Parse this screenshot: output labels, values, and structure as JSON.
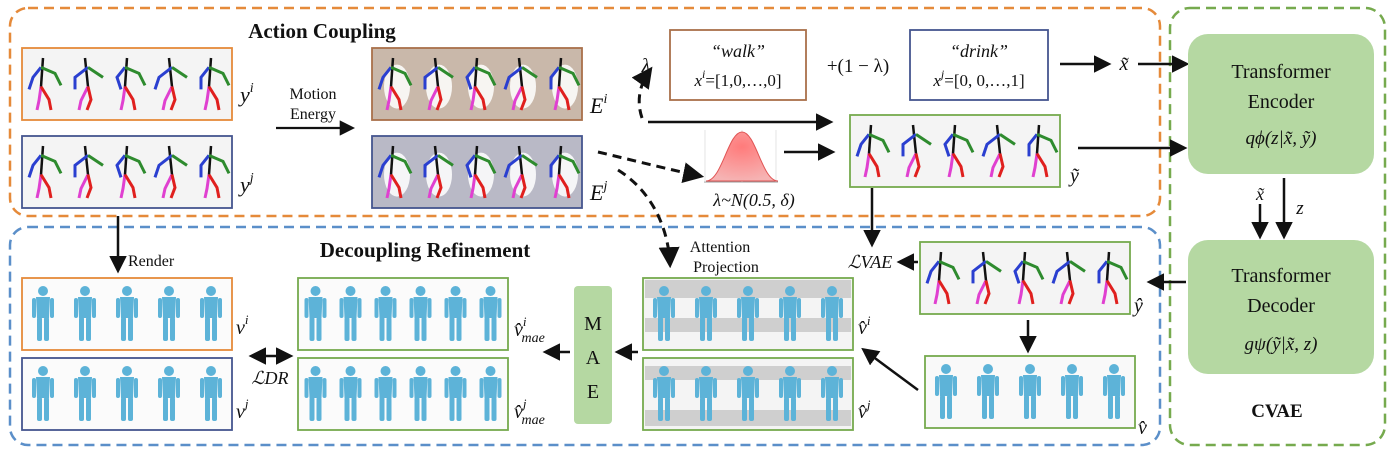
{
  "sections": {
    "action_coupling": "Action Coupling",
    "decoupling_refinement": "Decoupling Refinement",
    "cvae": "CVAE"
  },
  "labels": {
    "yi": "y",
    "yi_sup": "i",
    "yj": "y",
    "yj_sup": "j",
    "motion_energy_1": "Motion",
    "motion_energy_2": "Energy",
    "ei": "E",
    "ei_sup": "i",
    "ej": "E",
    "ej_sup": "j",
    "lambda": "λ",
    "walk_title": "“walk”",
    "walk_vec": "x",
    "walk_vec_sup": "i",
    "walk_vec_val": "=[1,0,…,0]",
    "mix": "+(1 − λ)",
    "drink_title": "“drink”",
    "drink_vec": "x",
    "drink_vec_sup": "j",
    "drink_vec_val": "=[0, 0,…,1]",
    "x_tilde": "x̃",
    "y_tilde": "ỹ",
    "lambda_dist": "λ~N(0.5, δ)",
    "enc_1": "Transformer",
    "enc_2": "Encoder",
    "enc_3": "qϕ(z|x̃, ỹ)",
    "dec_1": "Transformer",
    "dec_2": "Decoder",
    "dec_3": "gψ(ỹ|x̃, z)",
    "z": "z",
    "x_tilde_2": "x̃",
    "l_vae": "ℒVAE",
    "y_hat": "ŷ",
    "render": "Render",
    "attn_1": "Attention",
    "attn_2": "Projection",
    "vi": "v",
    "vi_sup": "i",
    "vj": "v",
    "vj_sup": "j",
    "l_dr": "ℒDR",
    "v_mae_i": "v̂",
    "v_mae_i_sup": "i",
    "v_mae_i_sub": "mae",
    "v_mae_j": "v̂",
    "v_mae_j_sup": "j",
    "v_mae_j_sub": "mae",
    "mae_m": "M",
    "mae_a": "A",
    "mae_e": "E",
    "vhat_i": "v̂",
    "vhat_i_sup": "i",
    "vhat_j": "v̂",
    "vhat_j_sup": "j",
    "vhat": "v̂"
  },
  "colors": {
    "orange": "#E58A3A",
    "blue": "#5B8FC9",
    "green": "#76AA4E",
    "green_fill": "#B5D8A2",
    "navy": "#45558F",
    "brown": "#A9704A",
    "mesh": "#5DB3D8",
    "skel_blue": "#2A3FD0",
    "skel_green": "#2E8B2E",
    "skel_pink": "#E040D0",
    "skel_red": "#E0201E"
  }
}
